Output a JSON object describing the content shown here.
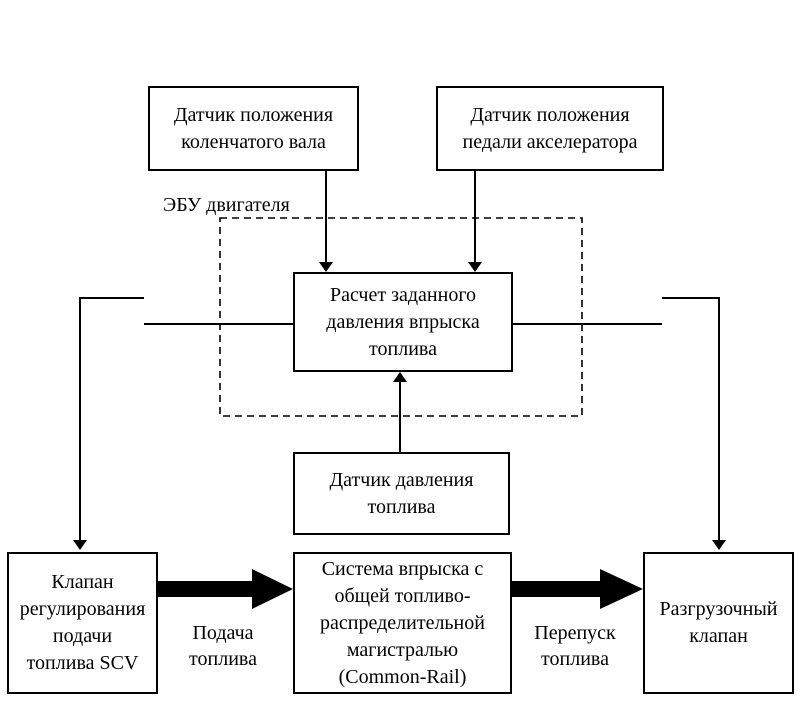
{
  "crank_sensor": {
    "line1": "Датчик положения",
    "line2": "коленчатого вала"
  },
  "pedal_sensor": {
    "line1": "Датчик положения",
    "line2": "педали акселератора"
  },
  "ecu_label": "ЭБУ двигателя",
  "calc_block": {
    "line1": "Расчет заданного",
    "line2": "давления впрыска",
    "line3": "топлива"
  },
  "pressure_sensor": {
    "line1": "Датчик давления",
    "line2": "топлива"
  },
  "scv_valve": {
    "line1": "Клапан",
    "line2": "регулирования",
    "line3": "подачи",
    "line4": "топлива SCV"
  },
  "rail_system": {
    "line1": "Система впрыска с",
    "line2": "общей топливо-",
    "line3": "распределительной",
    "line4": "магистралью",
    "line5": "(Common-Rail)"
  },
  "relief_valve": {
    "line1": "Разгрузочный",
    "line2": "клапан"
  },
  "supply_label": {
    "line1": "Подача",
    "line2": "топлива"
  },
  "bypass_label": {
    "line1": "Перепуск",
    "line2": "топлива"
  }
}
